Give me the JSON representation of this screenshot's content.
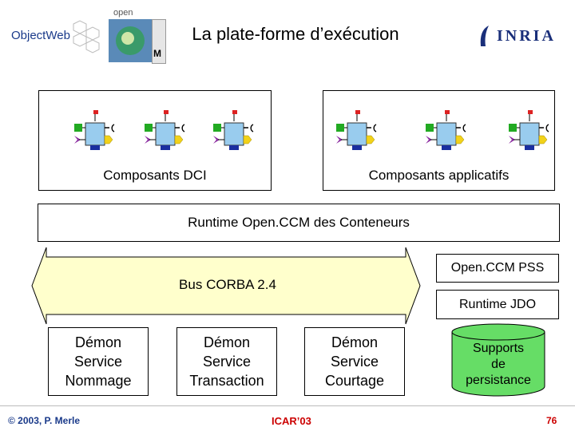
{
  "header": {
    "logo_left": "ObjectWeb",
    "logo_center_top": "open",
    "logo_center_badge": "M",
    "title": "La plate-forme d’exécution",
    "logo_right": "INRIA"
  },
  "groups": [
    {
      "label": "Composants DCI"
    },
    {
      "label": "Composants applicatifs"
    }
  ],
  "runtime": {
    "label": "Runtime Open.CCM des Conteneurs"
  },
  "bus": {
    "label": "Bus CORBA 2.4"
  },
  "pss": {
    "label": "Open.CCM PSS"
  },
  "jdo": {
    "label": "Runtime JDO"
  },
  "daemons": [
    {
      "line1": "Démon",
      "line2": "Service",
      "line3": "Nommage"
    },
    {
      "line1": "Démon",
      "line2": "Service",
      "line3": "Transaction"
    },
    {
      "line1": "Démon",
      "line2": "Service",
      "line3": "Courtage"
    }
  ],
  "storage": {
    "line1": "Supports",
    "line2": "de",
    "line3": "persistance"
  },
  "footer": {
    "left": "© 2003, P. Merle",
    "center": "ICAR’03",
    "right": "76"
  },
  "colors": {
    "bus_fill": "#ffffcc",
    "storage_fill": "#66dd66",
    "footer_red": "#cc0000",
    "comp_blue": "#99ccee"
  }
}
